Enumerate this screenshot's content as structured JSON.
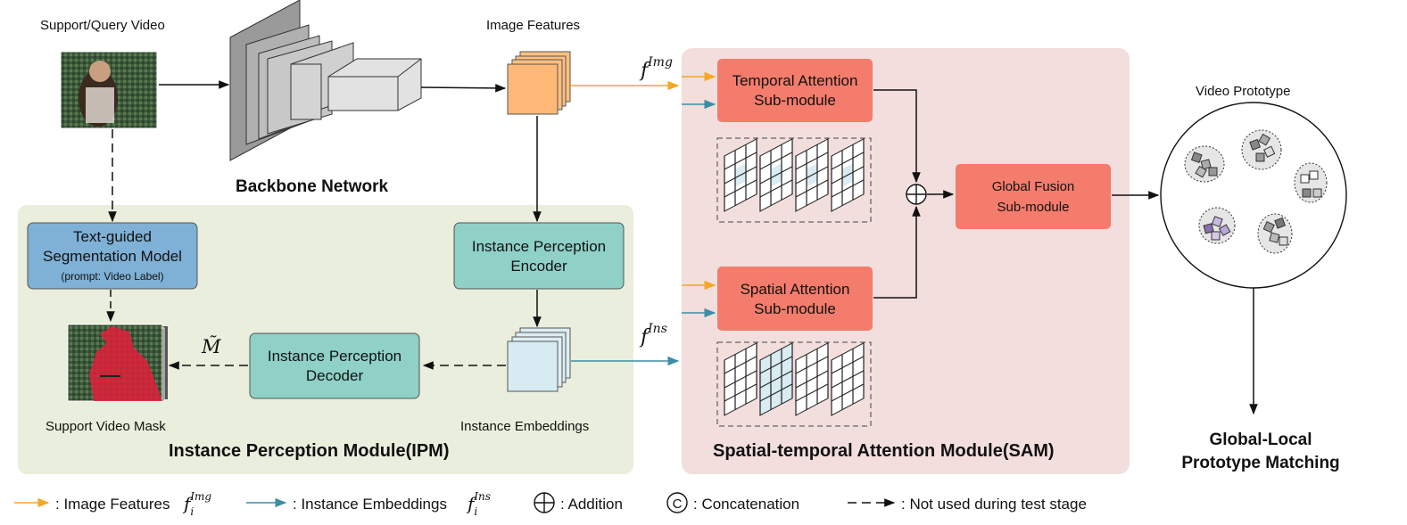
{
  "labels": {
    "support_query_video": "Support/Query Video",
    "image_features": "Image Features",
    "backbone_network": "Backbone Network",
    "video_prototype": "Video Prototype",
    "instance_embeddings": "Instance Embeddings",
    "support_video_mask": "Support Video  Mask",
    "ipm_title": "Instance Perception Module(IPM)",
    "sam_title": "Spatial-temporal Attention Module(SAM)",
    "matching_line1": "Global-Local",
    "matching_line2": "Prototype Matching",
    "f_img_base": "f",
    "f_img_sup": "Img",
    "f_ins_base": "f",
    "f_ins_sup": "Ins",
    "m_tilde": "M̃"
  },
  "boxes": {
    "temporal_l1": "Temporal Attention",
    "temporal_l2": "Sub-module",
    "spatial_l1": "Spatial Attention",
    "spatial_l2": "Sub-module",
    "global_l1": "Global Fusion",
    "global_l2": "Sub-module",
    "ipe_l1": "Instance Perception",
    "ipe_l2": "Encoder",
    "ipd_l1": "Instance Perception",
    "ipd_l2": "Decoder",
    "seg_l1": "Text-guided",
    "seg_l2": "Segmentation Model",
    "seg_l3": "(prompt: Video Label)"
  },
  "legend": {
    "image_features": ": Image Features",
    "image_features_sym": "f",
    "image_features_sub": "i",
    "image_features_sup": "Img",
    "instance_embeddings": ": Instance Embeddings",
    "instance_embeddings_sym": "f",
    "instance_embeddings_sub": "i",
    "instance_embeddings_sup": "Ins",
    "addition": ": Addition",
    "concatenation": ": Concatenation",
    "concat_symbol": "C",
    "not_used": ": Not used during test stage"
  },
  "colors": {
    "orange": "#f5a623",
    "blue": "#3b8ea5",
    "salmon": "#f47c6c",
    "teal": "#8fd0c7",
    "steel": "#7fb0d6",
    "ipm_bg": "#e9efdc",
    "sam_bg": "#f2dedd"
  }
}
